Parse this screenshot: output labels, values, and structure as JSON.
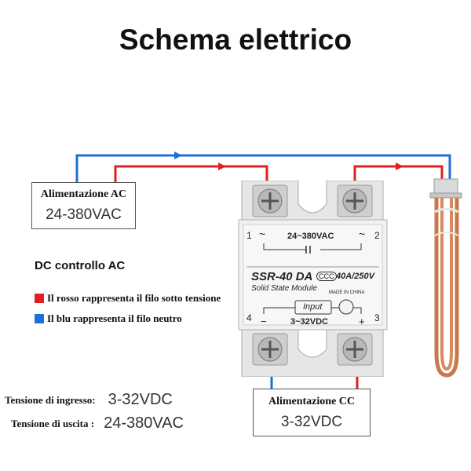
{
  "title": "Schema elettrico",
  "ac_supply": {
    "label": "Alimentazione AC",
    "value": "24-380VAC"
  },
  "dc_supply": {
    "label": "Alimentazione CC",
    "value": "3-32VDC"
  },
  "control_heading": "DC controllo AC",
  "legend": [
    {
      "color": "#e02020",
      "text": "Il rosso rappresenta il filo sotto tensione"
    },
    {
      "color": "#1f6fd6",
      "text": "Il blu rappresenta il filo neutro"
    }
  ],
  "specs": [
    {
      "label": "Tensione di ingresso:",
      "value": "3-32VDC"
    },
    {
      "label": "Tensione di uscita :",
      "value": "24-380VAC"
    }
  ],
  "ssr": {
    "model": "SSR-40 DA",
    "rating": "40A/250V",
    "subtitle": "Solid State Module",
    "made_in": "MADE IN CHINA",
    "ac_range": "24~380VAC",
    "input_label": "Input",
    "dc_range": "3~32VDC",
    "terminal_1": "1",
    "terminal_2": "2",
    "terminal_3": "3",
    "terminal_4": "4",
    "ac_symbol_left": "~",
    "ac_symbol_right": "~",
    "minus": "−",
    "plus": "+"
  },
  "colors": {
    "live": "#e02020",
    "neutral": "#1f6fd6",
    "heater": "#c8784c"
  }
}
